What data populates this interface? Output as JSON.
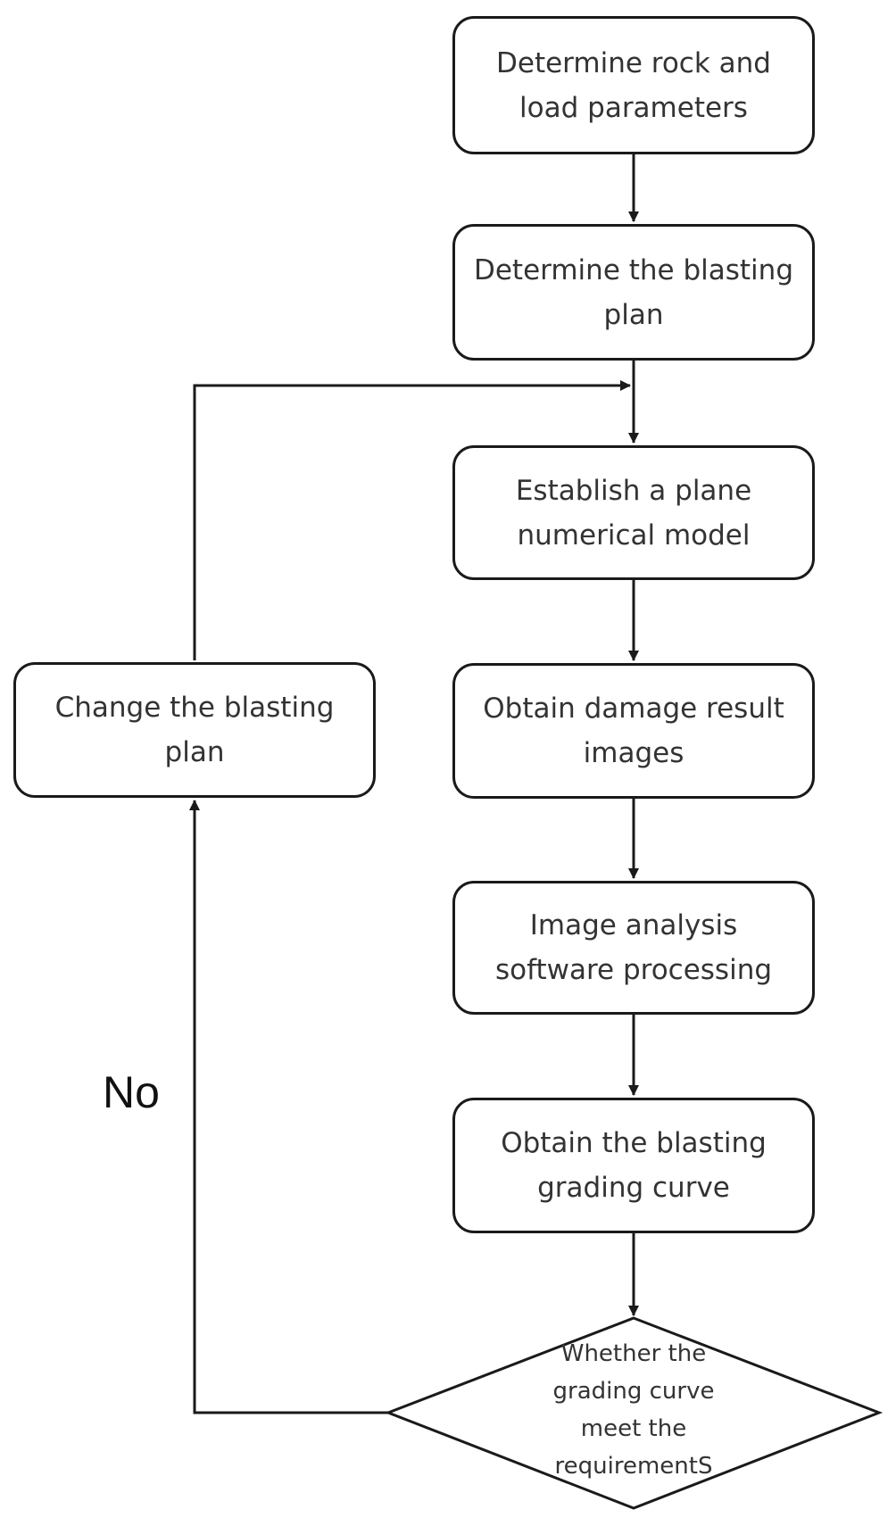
{
  "flowchart": {
    "steps": [
      {
        "id": "s1",
        "label": "Determine rock and load parameters"
      },
      {
        "id": "s2",
        "label": "Determine the blasting plan"
      },
      {
        "id": "s3",
        "label": "Establish a plane numerical model"
      },
      {
        "id": "s4",
        "label": "Obtain damage result images"
      },
      {
        "id": "s5",
        "label": "Image analysis software processing"
      },
      {
        "id": "s6",
        "label": "Obtain the blasting grading curve"
      }
    ],
    "decision": {
      "label_lines": [
        "Whether the",
        "grading curve",
        "meet the",
        "requirementS"
      ]
    },
    "side_step": {
      "label": "Change the blasting plan"
    },
    "no_label": "No"
  }
}
